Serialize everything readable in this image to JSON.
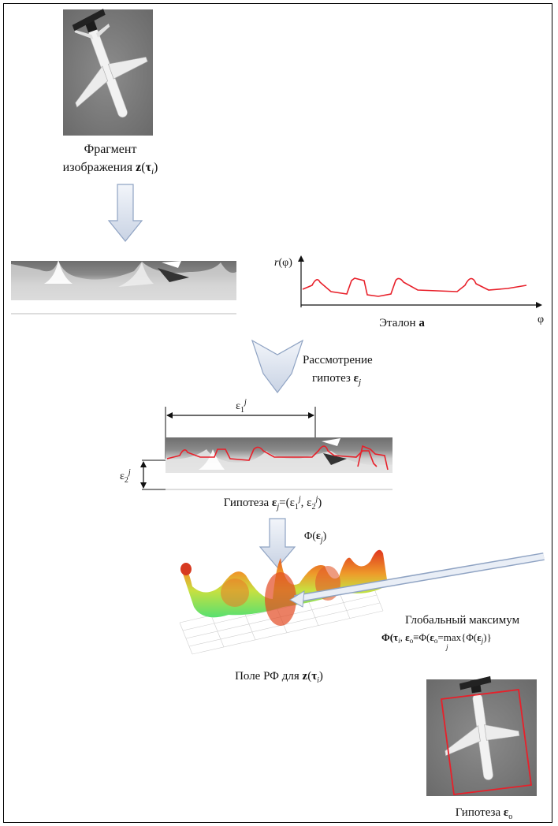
{
  "labels": {
    "fragment_line1": "Фрагмент",
    "fragment_line2_text": "изображения ",
    "fragment_z": "z",
    "fragment_tau": "τ",
    "fragment_i": "i",
    "etalon_text": "Эталон ",
    "etalon_a": "a",
    "r_label": "r",
    "phi_label": "φ",
    "axis_phi": "φ",
    "consider_line1": "Рассмотрение",
    "consider_line2": "гипотез ",
    "eps": "ε",
    "j": "j",
    "eps1": "ε",
    "sub1": "1",
    "sup_j": "j",
    "eps2": "ε",
    "sub2": "2",
    "hypothesis_text": "Гипотеза ",
    "hypothesis_rest": "=(ε",
    "hypothesis_tail": ")",
    "phi_eps": "Φ(",
    "close_paren": ")",
    "global_max": "Глобальный максимум",
    "formula_lhs": "Φ(",
    "formula_mid": "≡Φ(",
    "formula_max": "=max{Φ(",
    "formula_end": ")}",
    "o": "o",
    "field_text": "Поле РФ для ",
    "final_hyp_text": "Гипотеза "
  },
  "colors": {
    "curve": "#e8202a",
    "arrow_fill": "#dbe3f0",
    "arrow_stroke": "#8fa3c3",
    "frame": "#000000"
  },
  "icons": [
    "airplane-photo",
    "down-arrow",
    "chevron-arrow",
    "surface-plot"
  ]
}
